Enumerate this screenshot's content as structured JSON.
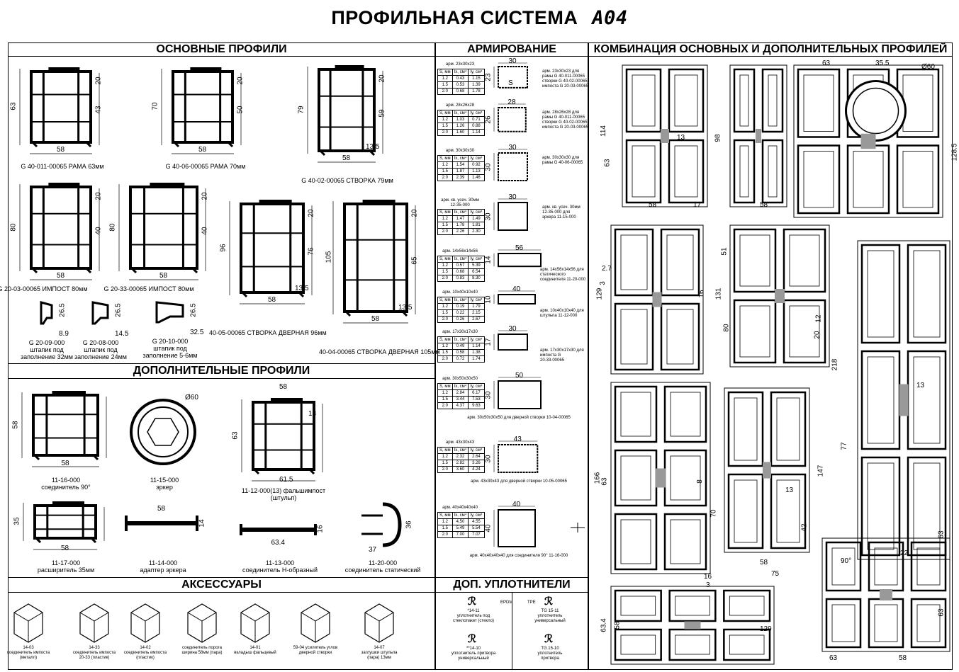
{
  "title": "ПРОФИЛЬНАЯ СИСТЕМА",
  "title_code": "A04",
  "sections": {
    "main": "ОСНОВНЫЕ ПРОФИЛИ",
    "additional": "ДОПОЛНИТЕЛЬНЫЕ ПРОФИЛИ",
    "accessories": "АКСЕССУАРЫ",
    "reinforcement": "АРМИРОВАНИЕ",
    "seals": "ДОП. УПЛОТНИТЕЛИ",
    "combination": "КОМБИНАЦИЯ ОСНОВНЫХ И ДОПОЛНИТЕЛЬНЫХ ПРОФИЛЕЙ"
  },
  "main_profiles": [
    {
      "caption": "G 40-011-00065   РАМА 63мм",
      "dims": [
        "63",
        "43",
        "20",
        "58"
      ]
    },
    {
      "caption": "G 40-06-00065   РАМА 70мм",
      "dims": [
        "70",
        "50",
        "20",
        "58"
      ]
    },
    {
      "caption": "G 40-02-00065   СТВОРКА 79мм",
      "dims": [
        "79",
        "59",
        "20",
        "58",
        "13.5"
      ]
    },
    {
      "caption": "G 20-03-00065   ИМПОСТ 80мм",
      "dims": [
        "80",
        "40",
        "20",
        "58"
      ]
    },
    {
      "caption": "G 20-33-00065   ИМПОСТ 80мм",
      "dims": [
        "80",
        "40",
        "20",
        "58"
      ]
    },
    {
      "caption": "40-05-00065   СТВОРКА ДВЕРНАЯ 96мм",
      "dims": [
        "96",
        "76",
        "20",
        "58",
        "13.5"
      ]
    },
    {
      "caption": "40-04-00065   СТВОРКА ДВЕРНАЯ 105мм",
      "dims": [
        "105",
        "65",
        "20",
        "58",
        "13.5"
      ]
    }
  ],
  "beads": [
    {
      "code": "G 20-09-000",
      "name": "штапик под",
      "fill": "заполнение 32мм",
      "dims": [
        "26.5",
        "8.9"
      ]
    },
    {
      "code": "G 20-08-000",
      "name": "штапик под",
      "fill": "заполнение 24мм",
      "dims": [
        "26.5",
        "14.5"
      ]
    },
    {
      "code": "G 20-10-000",
      "name": "штапик под",
      "fill": "заполнение 5-6мм",
      "dims": [
        "26.5",
        "32.5"
      ]
    }
  ],
  "additional_profiles": [
    {
      "code": "11-16-000",
      "name": "соединитель 90°",
      "dims": [
        "58",
        "58"
      ]
    },
    {
      "code": "11-15-000",
      "name": "эркер",
      "dims": [
        "Ø60"
      ]
    },
    {
      "code": "11-12-000(13)  фальшимпост",
      "name": "(штульп)",
      "dims": [
        "58",
        "63",
        "13",
        "61.5"
      ]
    },
    {
      "code": "11-17-000",
      "name": "расширитель 35мм",
      "dims": [
        "35",
        "58"
      ]
    },
    {
      "code": "11-14-000",
      "name": "адаптер эркера",
      "dims": [
        "58",
        "14"
      ]
    },
    {
      "code": "11-13-000",
      "name": "соединитель Н-образный",
      "dims": [
        "63.4",
        "16"
      ]
    },
    {
      "code": "11-20-000",
      "name": "соединитель статический",
      "dims": [
        "37",
        "36"
      ]
    }
  ],
  "accessories": [
    {
      "lines": [
        "14-03",
        "соединитель импоста",
        "(металл)"
      ]
    },
    {
      "lines": [
        "14-33",
        "соединитель импоста",
        "20-33 (пластик)"
      ]
    },
    {
      "lines": [
        "14-02",
        "соединитель импоста",
        "(пластик)"
      ]
    },
    {
      "lines": [
        "соединитель порога",
        "ширина 58мм (пара)"
      ]
    },
    {
      "lines": [
        "14-01",
        "вкладыш фальцевый"
      ]
    },
    {
      "lines": [
        "59-04 усилитель углов",
        "дверной створки"
      ]
    },
    {
      "lines": [
        "14-07",
        "заглушки штульпа",
        "(пара) 13мм"
      ]
    }
  ],
  "table_header": [
    "S, мм",
    "Ix, см⁴",
    "Iy, см⁴"
  ],
  "reinforcement": [
    {
      "title": "арм. 23x30x23",
      "rows": [
        [
          "1.2",
          "0.43",
          "1.15"
        ],
        [
          "1.5",
          "0.53",
          "1.39"
        ],
        [
          "2.0",
          "0.68",
          "1.78"
        ]
      ],
      "w": "30",
      "h": "23",
      "s": "S",
      "note": [
        "арм. 23x30x23 для",
        "рамы  G 40-011-00065",
        "створки  G 40-02-00065",
        "импоста G 20-03-00065"
      ]
    },
    {
      "title": "арм. 28x26x28",
      "rows": [
        [
          "1.2",
          "1.03",
          "0.71"
        ],
        [
          "1.5",
          "1.26",
          "0.88"
        ],
        [
          "2.0",
          "1.60",
          "1.14"
        ]
      ],
      "w": "28",
      "h": "26",
      "note": [
        "арм. 28x26x28 для",
        "рамы  G 40-011-00065",
        "створки  G 40-02-00065",
        "импоста G 20-03-00065"
      ]
    },
    {
      "title": "арм. 30x30x30",
      "rows": [
        [
          "1.2",
          "1.54",
          "0.92"
        ],
        [
          "1.5",
          "1.87",
          "1.13"
        ],
        [
          "2.0",
          "2.39",
          "1.46"
        ]
      ],
      "w": "30",
      "h": "30",
      "note": [
        "арм. 30x30x30 для",
        "рамы  G 40-06-00065"
      ]
    },
    {
      "title": "арм. кв. усеч. 30мм 12-35-000",
      "rows": [
        [
          "1.2",
          "1.47",
          "1.49"
        ],
        [
          "1.5",
          "1.78",
          "1.81"
        ],
        [
          "2.0",
          "2.26",
          "2.30"
        ]
      ],
      "w": "30",
      "h": "30",
      "note": [
        "арм. кв. усеч. 30мм",
        "12-35-000  для",
        "эркера  11-15-000"
      ]
    },
    {
      "title": "арм. 14x56x14x56",
      "rows": [
        [
          "1.2",
          "0.57",
          "5.39"
        ],
        [
          "1.5",
          "0.68",
          "6.54"
        ],
        [
          "2.0",
          "0.83",
          "8.30"
        ]
      ],
      "w": "56",
      "h": "14",
      "note": [
        "арм. 14x56x14x56 для",
        "статического",
        "соединителя 11-20-000"
      ]
    },
    {
      "title": "арм. 10x40x10x40",
      "rows": [
        [
          "1.2",
          "0.19",
          "1.79"
        ],
        [
          "1.5",
          "0.22",
          "2.15"
        ],
        [
          "2.0",
          "0.26",
          "2.67"
        ]
      ],
      "w": "40",
      "h": "10",
      "note": [
        "арм. 10x40x10x40  для",
        "штульпа  11-12-000"
      ]
    },
    {
      "title": "арм. 17x30x17x30",
      "rows": [
        [
          "1.2",
          "0.49",
          "1.14"
        ],
        [
          "1.5",
          "0.58",
          "1.38"
        ],
        [
          "2.0",
          "0.72",
          "1.74"
        ]
      ],
      "w": "30",
      "h": "17",
      "note": [
        "арм. 17x30x17x30  для",
        "импоста  G",
        "20-33-00065"
      ]
    },
    {
      "title": "арм. 30x50x30x50",
      "rows": [
        [
          "1.2",
          "2.84",
          "6.17"
        ],
        [
          "1.5",
          "3.44",
          "7.53"
        ],
        [
          "2.0",
          "4.37",
          "9.63"
        ]
      ],
      "w": "50",
      "h": "30",
      "note": [
        "арм. 30x50x30x50 для дверной створки 10-04-00065"
      ]
    },
    {
      "title": "арм. 43x30x43",
      "rows": [
        [
          "1.2",
          "2.32",
          "2.64"
        ],
        [
          "1.5",
          "2.82",
          "3.26"
        ],
        [
          "2.0",
          "3.60",
          "4.24"
        ]
      ],
      "w": "43",
      "h": "30",
      "note": [
        "арм. 43x30x43 для дверной створки 10-05-00065"
      ]
    },
    {
      "title": "арм. 40x40x40x40",
      "rows": [
        [
          "1.2",
          "4.50",
          "4.55"
        ],
        [
          "1.5",
          "5.49",
          "5.54"
        ],
        [
          "2.0",
          "7.00",
          "7.07"
        ]
      ],
      "w": "40",
      "h": "40",
      "note": [
        "арм. 40x40x40x40  для соединителя 90°  11-16-000"
      ]
    }
  ],
  "seals": {
    "epdm": "EPDM",
    "tpe": "TPE",
    "items": [
      {
        "lines": [
          "*14-11",
          "уплотнитель под",
          "стеклопакет (стекло)"
        ]
      },
      {
        "lines": [
          "**14-10",
          "уплотнитель притвора",
          "универсальный"
        ]
      },
      {
        "lines": [
          "TG 15-11",
          "уплотнитель",
          "универсальный"
        ]
      },
      {
        "lines": [
          "TG 15-10",
          "уплотнитель",
          "притвора"
        ]
      }
    ]
  },
  "combinations": [
    {
      "dims": [
        "114",
        "63",
        "13",
        "58",
        "17"
      ]
    },
    {
      "dims": [
        "98",
        "58"
      ]
    },
    {
      "dims": [
        "63",
        "35.5",
        "Ø60",
        "128.5"
      ]
    },
    {
      "dims": [
        "2.7",
        "3",
        "129",
        "16"
      ]
    },
    {
      "dims": [
        "51",
        "131",
        "80",
        "12",
        "20"
      ]
    },
    {
      "dims": [
        "218",
        "13",
        "77"
      ]
    },
    {
      "dims": [
        "166",
        "63",
        "8"
      ]
    },
    {
      "dims": [
        "147",
        "70",
        "42",
        "13",
        "58",
        "75"
      ]
    },
    {
      "dims": [
        "63",
        "63",
        "22",
        "90°",
        "58",
        "63"
      ]
    },
    {
      "dims": [
        "16",
        "3",
        "63.4",
        "58",
        "129"
      ]
    }
  ]
}
